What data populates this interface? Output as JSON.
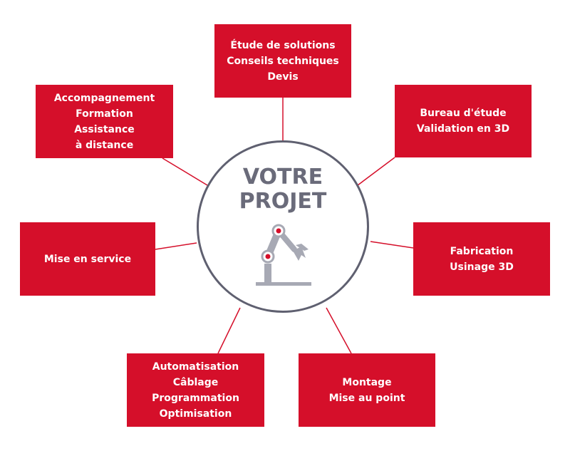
{
  "center": {
    "line1": "VOTRE",
    "line2": "PROJET",
    "icon": "robot-arm-icon"
  },
  "boxes": [
    {
      "lines": [
        "Étude de solutions",
        "Conseils techniques",
        "Devis"
      ]
    },
    {
      "lines": [
        "Bureau d'étude",
        "Validation en 3D"
      ]
    },
    {
      "lines": [
        "Fabrication",
        "Usinage 3D"
      ]
    },
    {
      "lines": [
        "Montage",
        "Mise au point"
      ]
    },
    {
      "lines": [
        "Automatisation",
        "Câblage",
        "Programmation",
        "Optimisation"
      ]
    },
    {
      "lines": [
        "Mise en service"
      ]
    },
    {
      "lines": [
        "Accompagnement",
        "Formation",
        "Assistance",
        "à distance"
      ]
    }
  ],
  "colors": {
    "box": "#d50f2a",
    "connector": "#d50f2a",
    "circle_border": "#5f6070",
    "center_text": "#6a6b7a",
    "robot_gray": "#a7a9b4",
    "robot_joint": "#d50f2a"
  }
}
